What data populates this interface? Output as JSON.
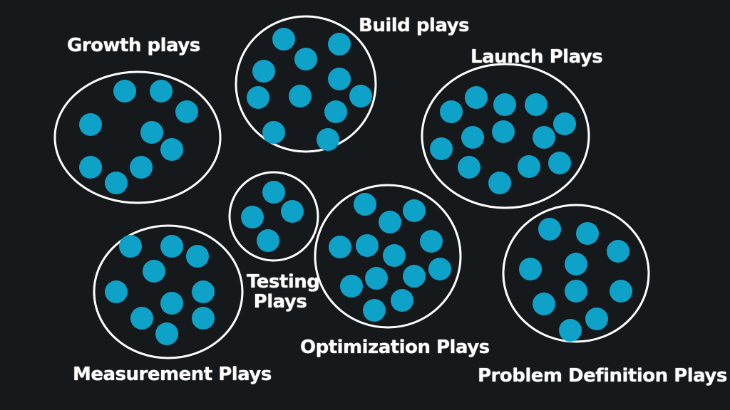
{
  "colors": {
    "background": "#16191c",
    "ring": "#ffffff",
    "dot": "#0ea2c9"
  },
  "clusters": [
    {
      "id": "growth",
      "label": "Growth plays"
    },
    {
      "id": "build",
      "label": "Build plays"
    },
    {
      "id": "launch",
      "label": "Launch Plays"
    },
    {
      "id": "testing",
      "label": "Testing Plays",
      "label_lines": [
        "Testing",
        "Plays"
      ]
    },
    {
      "id": "measurement",
      "label": "Measurement Plays"
    },
    {
      "id": "optimization",
      "label": "Optimization Plays"
    },
    {
      "id": "problem",
      "label": "Problem Definition Plays"
    }
  ]
}
